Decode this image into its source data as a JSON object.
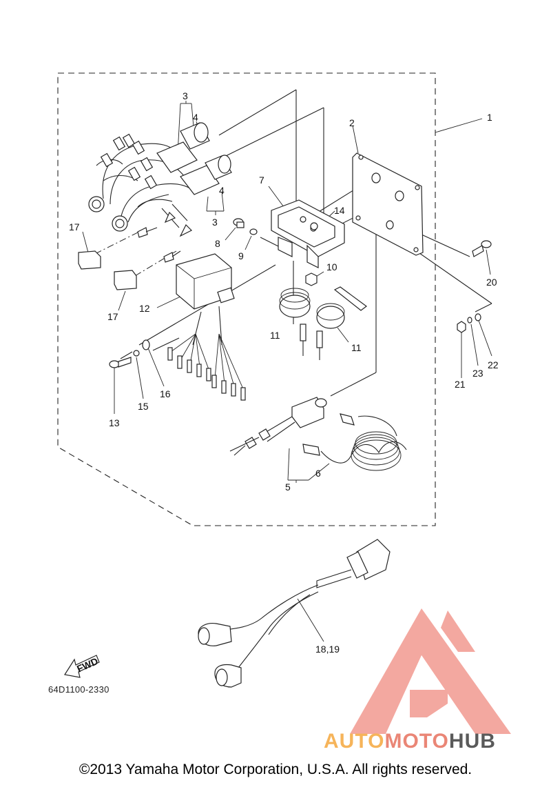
{
  "diagram": {
    "reference_code": "64D1100-2330",
    "direction_label": "FWD",
    "copyright": "©2013 Yamaha Motor Corporation, U.S.A. All rights reserved.",
    "watermark": {
      "part1": "AUTO",
      "part2": "MOTO",
      "part3": "HUB",
      "colors": {
        "auto": "#f6b45a",
        "moto": "#ea8676",
        "hub": "#5a5a5a",
        "logo": "#f08a80"
      }
    },
    "part_numbers": [
      "1",
      "2",
      "3",
      "3",
      "4",
      "4",
      "5",
      "6",
      "7",
      "8",
      "9",
      "10",
      "11",
      "11",
      "12",
      "13",
      "14",
      "15",
      "16",
      "17",
      "17",
      "18,19",
      "20",
      "21",
      "22",
      "23"
    ]
  }
}
